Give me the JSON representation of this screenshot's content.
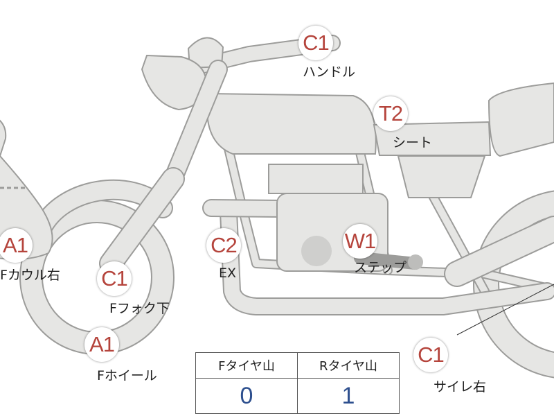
{
  "markers": [
    {
      "code": "C1",
      "label": "ハンドル"
    },
    {
      "code": "T2",
      "label": "シート"
    },
    {
      "code": "A1",
      "label": "Fカウル右"
    },
    {
      "code": "C1",
      "label": "Fフォク下"
    },
    {
      "code": "C2",
      "label": "EX"
    },
    {
      "code": "W1",
      "label": "ステップ"
    },
    {
      "code": "A1",
      "label": "Fホイール"
    },
    {
      "code": "C1",
      "label": "サイレ右"
    }
  ],
  "tread_table": {
    "headers": [
      "Fタイヤ山",
      "Rタイヤ山"
    ],
    "values": [
      "0",
      "1"
    ]
  },
  "colors": {
    "badge_text": "#b5443c",
    "table_value": "#2d4f8e",
    "bike_fill": "#e6e6e4",
    "bike_outline": "#9c9c9a"
  }
}
